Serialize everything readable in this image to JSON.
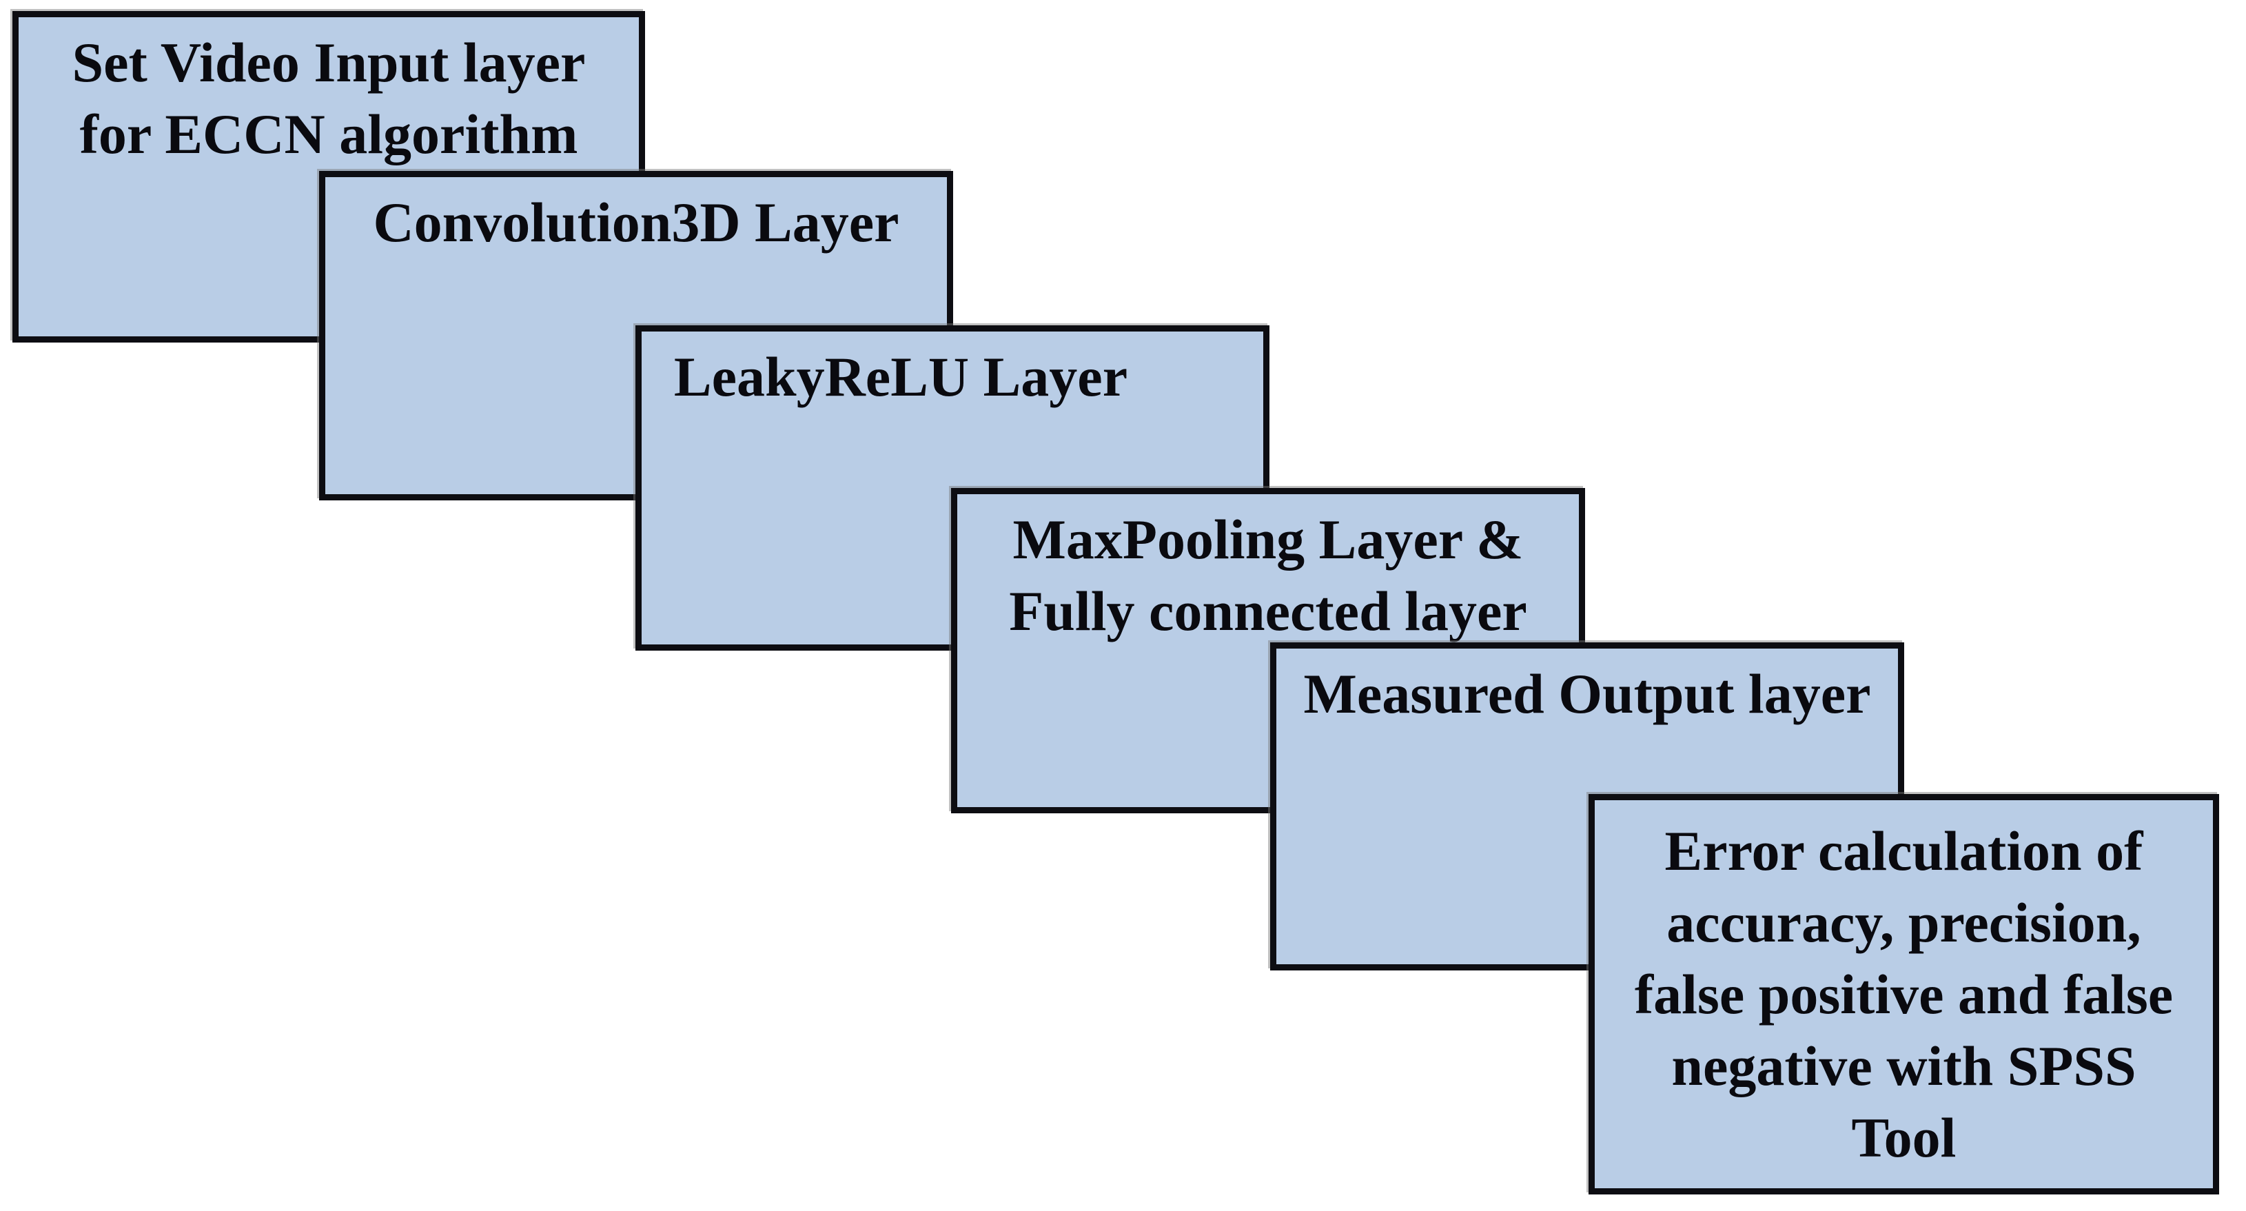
{
  "diagram": {
    "colors": {
      "box_fill": "#b9cde6",
      "box_border": "#0d0d12",
      "text": "#0a0a0f",
      "background": "#ffffff"
    },
    "steps": [
      {
        "id": "video-input",
        "lines": [
          "Set Video Input layer",
          "for ECCN algorithm"
        ]
      },
      {
        "id": "convolution3d",
        "lines": [
          "Convolution3D Layer"
        ]
      },
      {
        "id": "leakyrelu",
        "lines": [
          "LeakyReLU Layer"
        ]
      },
      {
        "id": "maxpooling-fc",
        "lines": [
          "MaxPooling Layer &",
          "Fully connected layer"
        ]
      },
      {
        "id": "measured-output",
        "lines": [
          "Measured Output layer"
        ]
      },
      {
        "id": "error-calculation",
        "lines": [
          "Error calculation of",
          "accuracy, precision,",
          "false positive and false",
          "negative with SPSS",
          "Tool"
        ]
      }
    ]
  }
}
